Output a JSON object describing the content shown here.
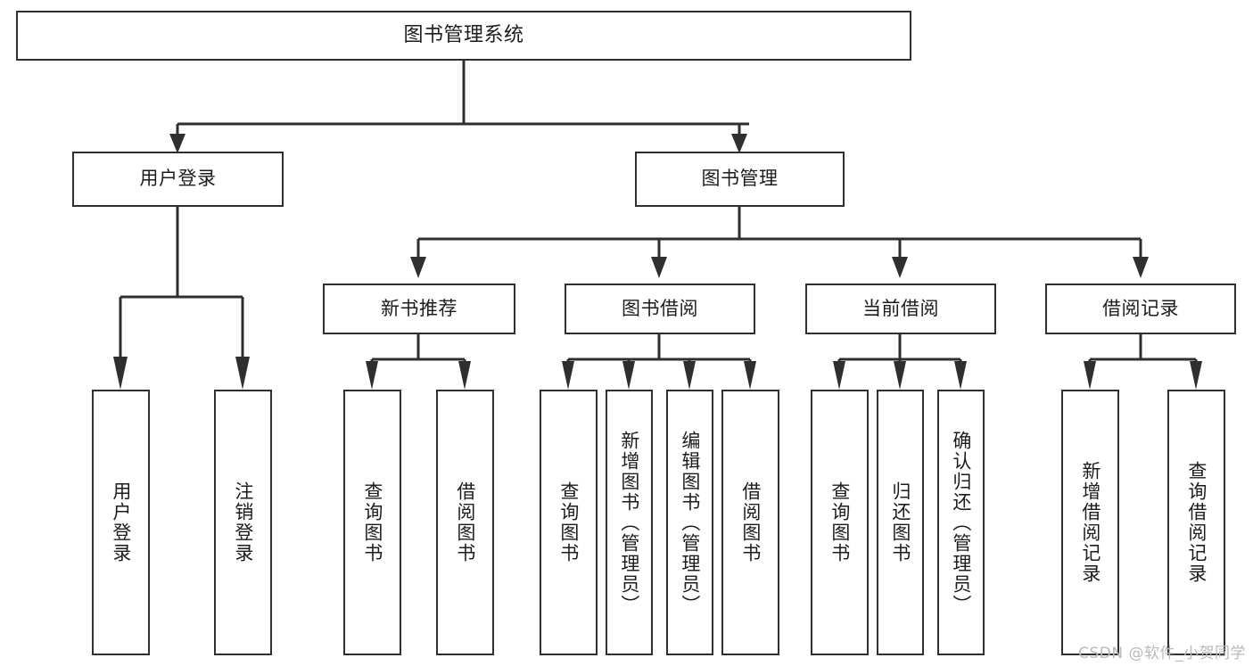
{
  "diagram": {
    "title": "图书管理系统",
    "type": "tree",
    "watermark": "CSDN @软件_小贺同学",
    "colors": {
      "background": "#ffffff",
      "node_border": "#2f2f2f",
      "node_fill": "#ffffff",
      "edge": "#2f2f2f",
      "text": "#1c1c1c",
      "watermark": "#b9b9b9"
    },
    "levels": {
      "root": {
        "label": "图书管理系统"
      },
      "level2": [
        {
          "id": "user-login",
          "label": "用户登录"
        },
        {
          "id": "book-management",
          "label": "图书管理"
        }
      ],
      "level3": [
        {
          "id": "new-book-recommend",
          "label": "新书推荐"
        },
        {
          "id": "book-borrow",
          "label": "图书借阅"
        },
        {
          "id": "current-borrow",
          "label": "当前借阅"
        },
        {
          "id": "borrow-record",
          "label": "借阅记录"
        }
      ],
      "leaves": {
        "user-login": [
          {
            "id": "leaf-user-login",
            "label": "用户登录"
          },
          {
            "id": "leaf-logout-login",
            "label": "注销登录"
          }
        ],
        "new-book-recommend": [
          {
            "id": "leaf-query-book-1",
            "label": "查询图书"
          },
          {
            "id": "leaf-borrow-book-1",
            "label": "借阅图书"
          }
        ],
        "book-borrow": [
          {
            "id": "leaf-query-book-2",
            "label": "查询图书"
          },
          {
            "id": "leaf-add-book-admin",
            "label": "新增图书（管理员）"
          },
          {
            "id": "leaf-edit-book-admin",
            "label": "编辑图书（管理员）"
          },
          {
            "id": "leaf-borrow-book-2",
            "label": "借阅图书"
          }
        ],
        "current-borrow": [
          {
            "id": "leaf-query-book-3",
            "label": "查询图书"
          },
          {
            "id": "leaf-return-book",
            "label": "归还图书"
          },
          {
            "id": "leaf-confirm-return-admin",
            "label": "确认归还（管理员）"
          }
        ],
        "borrow-record": [
          {
            "id": "leaf-add-borrow-record",
            "label": "新增借阅记录"
          },
          {
            "id": "leaf-query-borrow-record",
            "label": "查询借阅记录"
          }
        ]
      }
    }
  }
}
